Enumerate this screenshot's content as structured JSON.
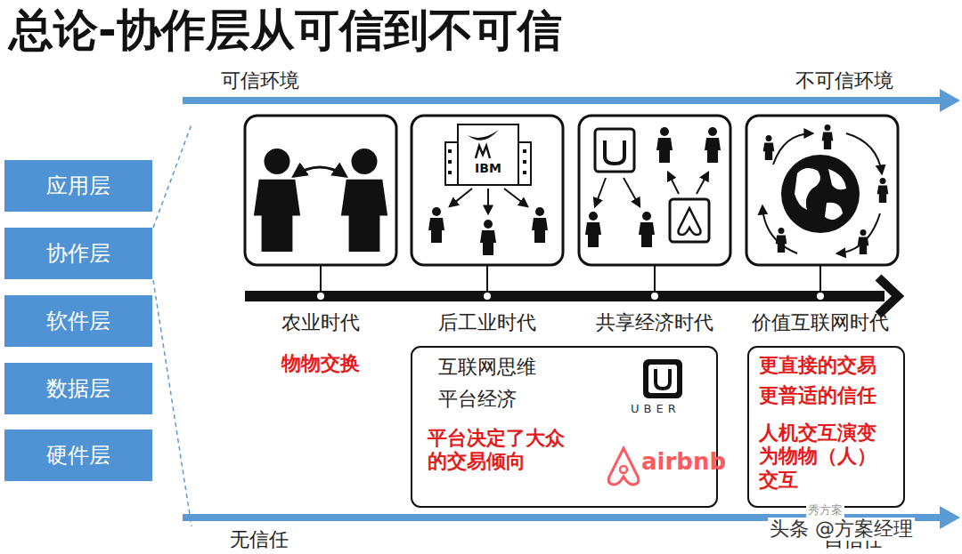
{
  "diagram": {
    "title": "总论-协作层从可信到不可信",
    "nodes": [
      {
        "text": [
          "应用层"
        ]
      },
      {
        "text": [
          "协作层"
        ]
      },
      {
        "text": [
          "软件层"
        ]
      },
      {
        "text": [
          "数据层"
        ]
      },
      {
        "text": [
          "硬件层"
        ]
      },
      {
        "text": [
          "互联网思维",
          "平台经济",
          "平台决定了大众的交易倾向",
          "UBER",
          "airbnb"
        ]
      },
      {
        "text": [
          "更直接的交易",
          "更普适的信任",
          "人机交互演变为物物（人）交互"
        ]
      }
    ],
    "labels": [
      "可信环境",
      "不可信环境",
      "IBM",
      "农业时代",
      "后工业时代",
      "共享经济时代",
      "价值互联网时代",
      "物物交换",
      "无信任",
      "自信任",
      "头条 @方案经理",
      "秀方案"
    ]
  }
}
